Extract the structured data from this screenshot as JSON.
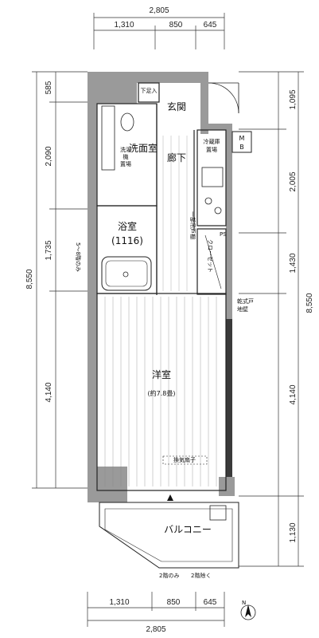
{
  "dimensions": {
    "top_total": "2,805",
    "top_parts": [
      "1,310",
      "850",
      "645"
    ],
    "bottom_parts": [
      "1,310",
      "850",
      "645"
    ],
    "bottom_total": "2,805",
    "left_total": "8,550",
    "left_parts": [
      "585",
      "2,090",
      "1,735",
      "4,140"
    ],
    "right_total": "8,550",
    "right_parts": [
      "1,095",
      "2,005",
      "1,430",
      "4,140",
      "1,130"
    ]
  },
  "rooms": {
    "entrance": "玄関",
    "hallway": "廊下",
    "washroom": "洗面室",
    "bathroom": "浴室",
    "bathroom_size": "(1116)",
    "western_room": "洋室",
    "western_room_size": "(約7.8畳)",
    "balcony": "バルコニー"
  },
  "labels": {
    "shoe_box": "下足入",
    "mb": "M",
    "mb2": "B",
    "fridge_1": "冷蔵庫",
    "fridge_2": "置場",
    "washer_1": "洗濯",
    "washer_2": "機",
    "washer_3": "置場",
    "shelf": "一部吊戸棚",
    "closet": "クローゼット",
    "ps": "PS",
    "dryer_1": "乾式戸",
    "dryer_2": "地壁",
    "floor_note": "5～8階のみ",
    "vent": "換気扇子",
    "note_2f_only": "2階のみ",
    "note_2f_except": "2階除く"
  },
  "compass": {
    "symbol": "N"
  }
}
